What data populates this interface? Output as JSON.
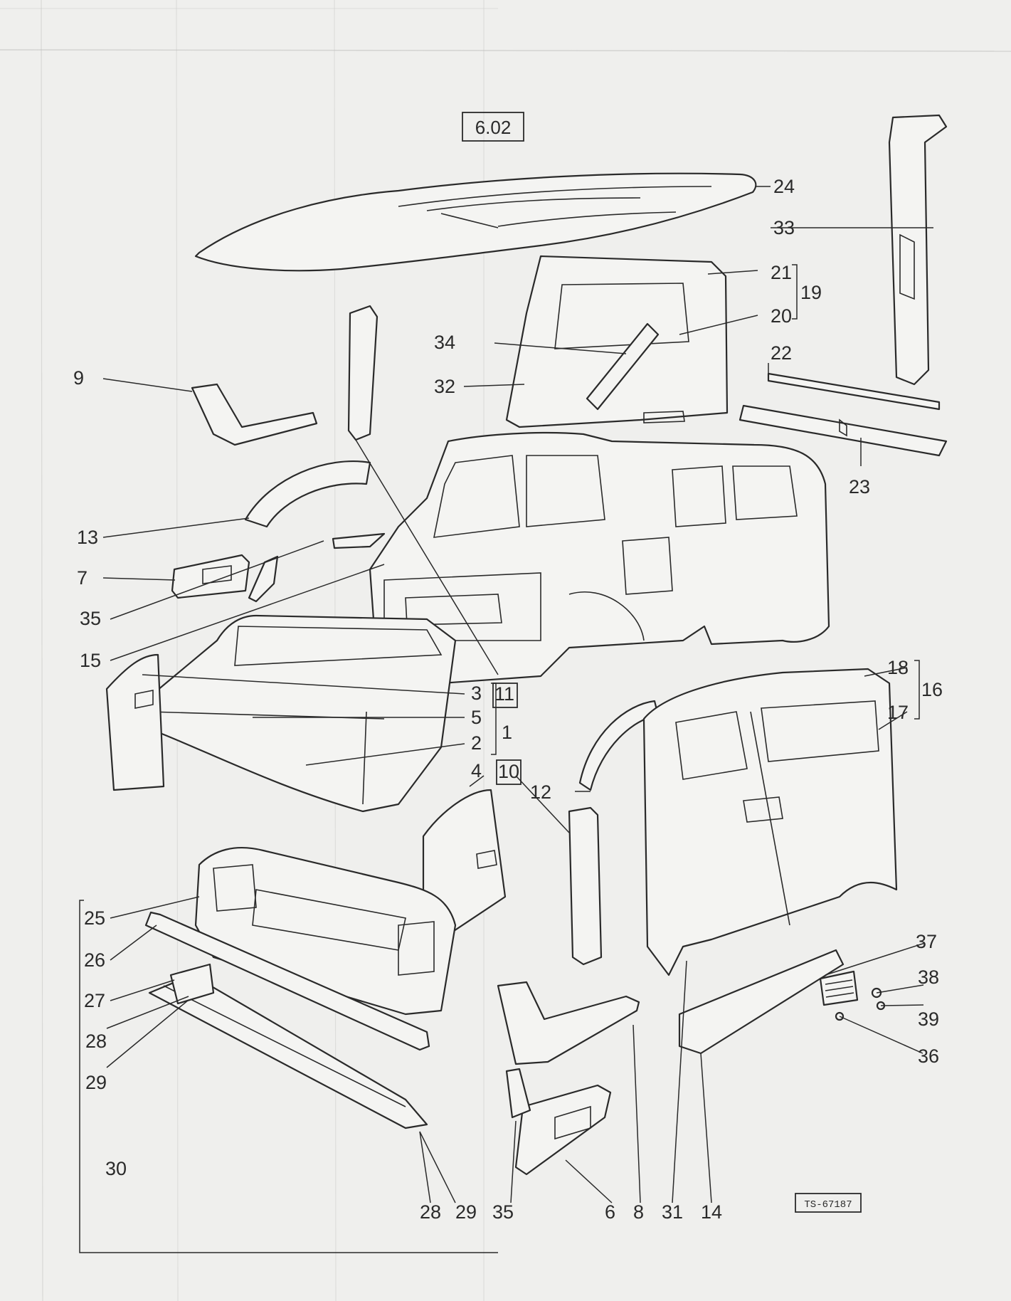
{
  "sheet_id": "6.02",
  "drawing_ref": "TS-67187",
  "callouts": {
    "c1": "1",
    "c2": "2",
    "c3": "3",
    "c4": "4",
    "c5": "5",
    "c6": "6",
    "c7": "7",
    "c8": "8",
    "c9": "9",
    "c10": "10",
    "c11": "11",
    "c12": "12",
    "c13": "13",
    "c14": "14",
    "c15": "15",
    "c16": "16",
    "c17": "17",
    "c18": "18",
    "c19": "19",
    "c20": "20",
    "c21": "21",
    "c22": "22",
    "c23": "23",
    "c24": "24",
    "c25": "25",
    "c26": "26",
    "c27": "27",
    "c28a": "28",
    "c28b": "28",
    "c29a": "29",
    "c29b": "29",
    "c30": "30",
    "c31": "31",
    "c32": "32",
    "c33": "33",
    "c34": "34",
    "c35a": "35",
    "c35b": "35",
    "c36": "36",
    "c37": "37",
    "c38": "38",
    "c39": "39"
  }
}
